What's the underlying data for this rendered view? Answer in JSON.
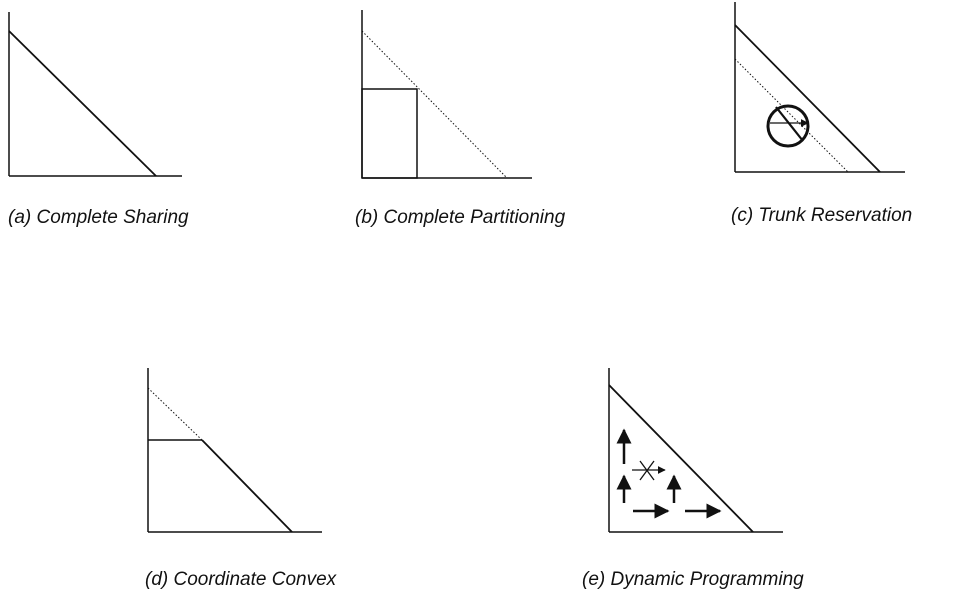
{
  "captions": {
    "a": "(a) Complete Sharing",
    "b": "(b) Complete Partitioning",
    "c": "(c) Trunk Reservation",
    "d": "(d) Coordinate Convex",
    "e": "(e) Dynamic Programming"
  },
  "colors": {
    "ink": "#111111",
    "background": "#ffffff"
  },
  "icons": {
    "trunk_reservation_marker": "prohibited-arrow-icon",
    "dp_blocked_move": "crossed-arrow-icon",
    "dp_moves": "arrow-icon"
  }
}
